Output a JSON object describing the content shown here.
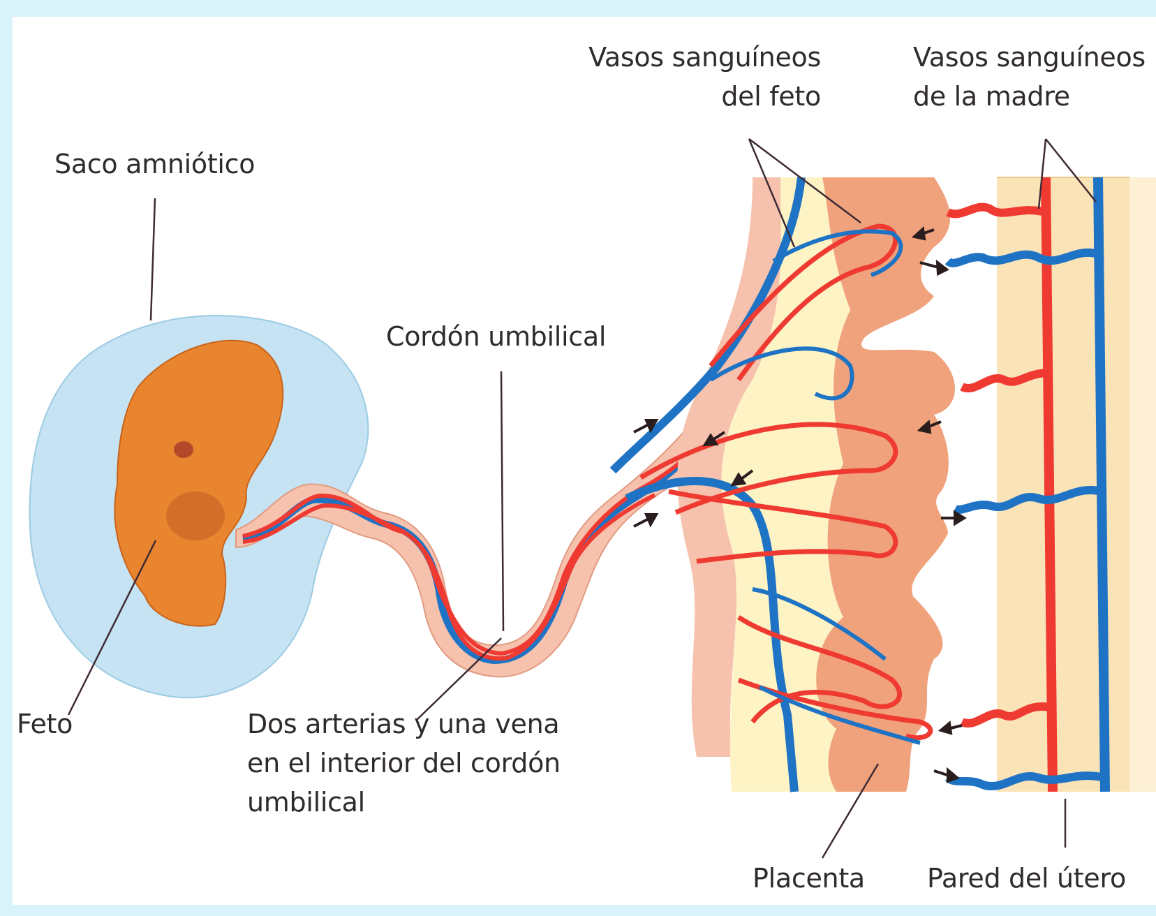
{
  "labels": {
    "saco": "Saco amniótico",
    "feto": "Feto",
    "cordon": "Cordón umbilical",
    "dos_arterias": [
      "Dos arterias y una vena",
      "en el interior del cordón",
      "umbilical"
    ],
    "vasos_feto": [
      "Vasos sanguíneos",
      "del feto"
    ],
    "vasos_madre": [
      "Vasos sanguíneos",
      "de la madre"
    ],
    "placenta": "Placenta",
    "pared": "Pared del útero"
  },
  "colors": {
    "background_frame": "#d9f3fb",
    "amniotic_sac": "#c5e3f3",
    "fetus": "#e9852f",
    "cord_tissue": "#f6c2ad",
    "placenta": "#f0a27c",
    "villus_space": "#fdf3c4",
    "artery_red": "#ef3a32",
    "vein_blue": "#1f73c4",
    "uterine_wall": "#fbe3b8",
    "leader_line": "#3d2a35"
  }
}
